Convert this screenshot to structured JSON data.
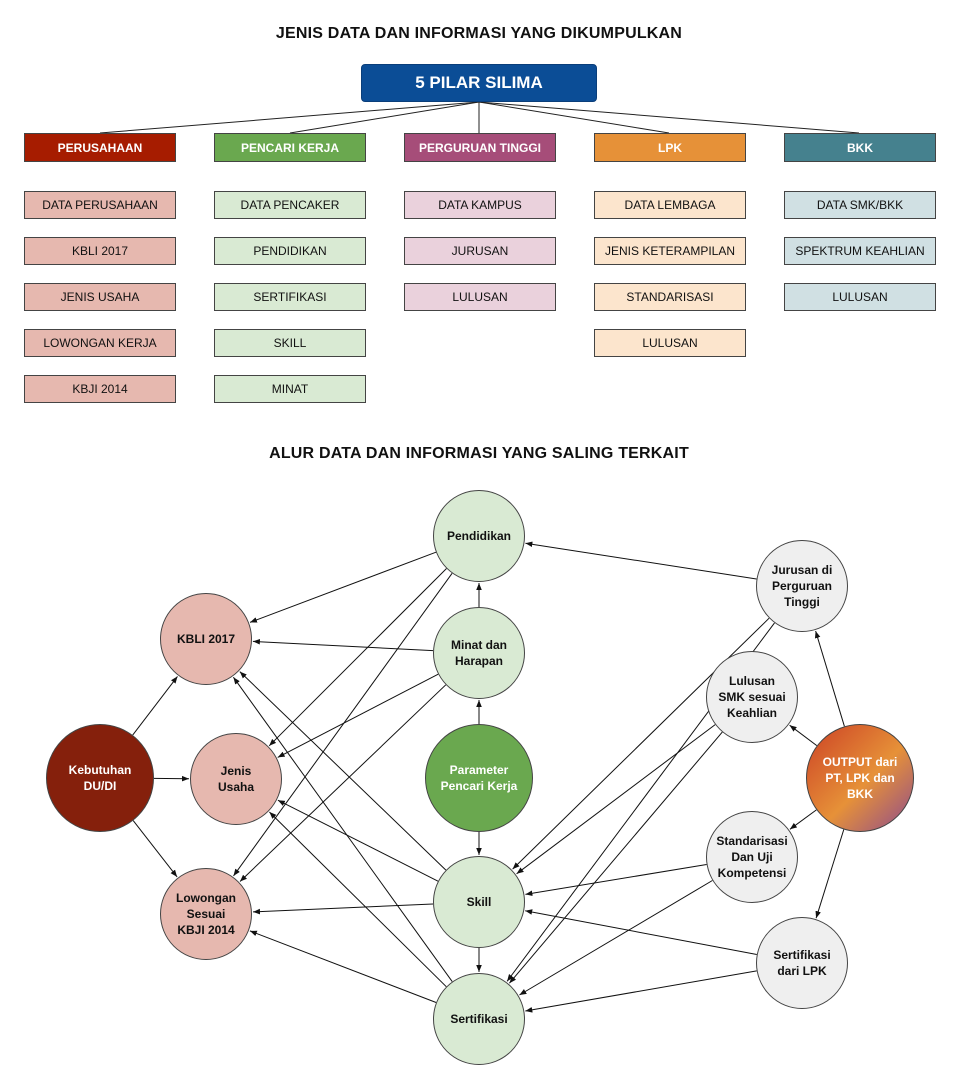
{
  "top_title": "JENIS DATA DAN INFORMASI YANG DIKUMPULKAN",
  "root_label": "5 PILAR SILIMA",
  "columns": [
    {
      "header": "PERUSAHAAN",
      "color": "#a61c00",
      "light": "#e6b8af",
      "items": [
        "DATA PERUSAHAAN",
        "KBLI 2017",
        "JENIS USAHA",
        "LOWONGAN KERJA",
        "KBJI 2014"
      ]
    },
    {
      "header": "PENCARI KERJA",
      "color": "#6aa84f",
      "light": "#d9ead3",
      "items": [
        "DATA PENCAKER",
        "PENDIDIKAN",
        "SERTIFIKASI",
        "SKILL",
        "MINAT"
      ]
    },
    {
      "header": "PERGURUAN TINGGI",
      "color": "#a64d79",
      "light": "#ead1dc",
      "items": [
        "DATA KAMPUS",
        "JURUSAN",
        "LULUSAN"
      ]
    },
    {
      "header": "LPK",
      "color": "#e69138",
      "light": "#fce5cd",
      "items": [
        "DATA LEMBAGA",
        "JENIS KETERAMPILAN",
        "STANDARISASI",
        "LULUSAN"
      ]
    },
    {
      "header": "BKK",
      "color": "#45818e",
      "light": "#d0e0e3",
      "items": [
        "DATA SMK/BKK",
        "SPEKTRUM KEAHLIAN",
        "LULUSAN"
      ]
    }
  ],
  "flow_title": "ALUR DATA DAN INFORMASI YANG SALING TERKAIT",
  "nodes": {
    "pendidikan": "Pendidikan",
    "minat": "Minat dan\nHarapan",
    "parameter": "Parameter\nPencari Kerja",
    "skill": "Skill",
    "sertifikasi": "Sertifikasi",
    "kbli": "KBLI 2017",
    "jenis": "Jenis\nUsaha",
    "lowongan": "Lowongan\nSesuai\nKBJI 2014",
    "kebutuhan": "Kebutuhan\nDU/DI",
    "jurusan": "Jurusan di\nPerguruan\nTinggi",
    "lulusan": "Lulusan\nSMK sesuai\nKeahlian",
    "output": "OUTPUT dari\nPT, LPK dan\nBKK",
    "standarisasi": "Standarisasi\nDan Uji\nKompetensi",
    "sertlpk": "Sertifikasi\ndari LPK"
  },
  "colors": {
    "root": "#0b4d96",
    "green_light": "#d9ead3",
    "green_dark": "#6aa84f",
    "pink": "#e6b8af",
    "maroon": "#85200c",
    "grey": "#efefef"
  }
}
